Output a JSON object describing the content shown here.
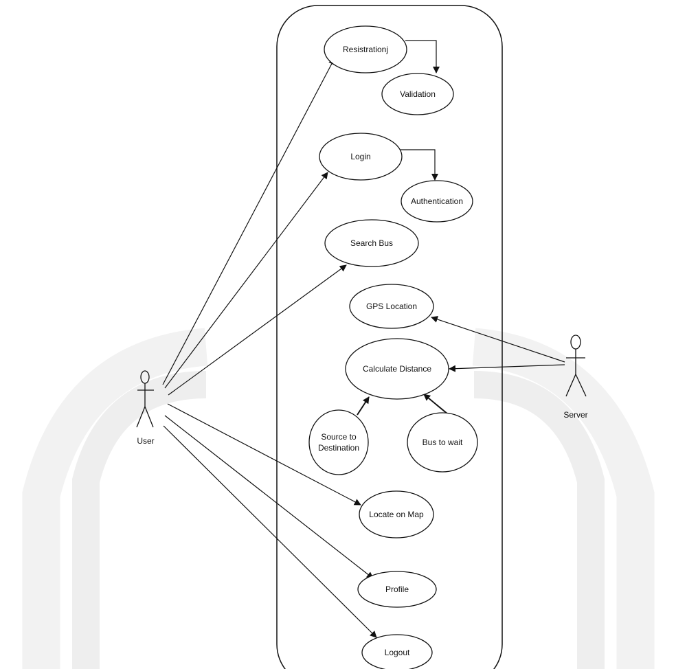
{
  "diagram": {
    "system_boundary": "",
    "actors": {
      "user": {
        "label": "User"
      },
      "server": {
        "label": "Server"
      }
    },
    "use_cases": {
      "registration": {
        "lines": [
          "Resistrationj"
        ]
      },
      "validation": {
        "lines": [
          "Validation"
        ]
      },
      "login": {
        "lines": [
          "Login"
        ]
      },
      "authentication": {
        "lines": [
          "Authentication"
        ]
      },
      "search_bus": {
        "lines": [
          "Search Bus"
        ]
      },
      "gps_location": {
        "lines": [
          "GPS Location"
        ]
      },
      "calculate_distance": {
        "lines": [
          "Calculate Distance"
        ]
      },
      "source_destination": {
        "lines": [
          "Source to",
          "Destination"
        ]
      },
      "bus_to_wait": {
        "lines": [
          "Bus to wait"
        ]
      },
      "locate_on_map": {
        "lines": [
          "Locate on Map"
        ]
      },
      "profile": {
        "lines": [
          "Profile"
        ]
      },
      "logout": {
        "lines": [
          "Logout"
        ]
      }
    },
    "associations": [
      {
        "from": "user",
        "to": "registration"
      },
      {
        "from": "user",
        "to": "login"
      },
      {
        "from": "user",
        "to": "search_bus"
      },
      {
        "from": "user",
        "to": "locate_on_map"
      },
      {
        "from": "user",
        "to": "profile"
      },
      {
        "from": "user",
        "to": "logout"
      },
      {
        "from": "server",
        "to": "gps_location"
      },
      {
        "from": "server",
        "to": "calculate_distance"
      },
      {
        "from": "registration",
        "to": "validation"
      },
      {
        "from": "login",
        "to": "authentication"
      },
      {
        "from": "source_destination",
        "to": "calculate_distance"
      },
      {
        "from": "bus_to_wait",
        "to": "calculate_distance"
      }
    ],
    "colors": {
      "stroke": "#111111",
      "background": "#ffffff",
      "watermark": "#e6e6e6"
    }
  }
}
